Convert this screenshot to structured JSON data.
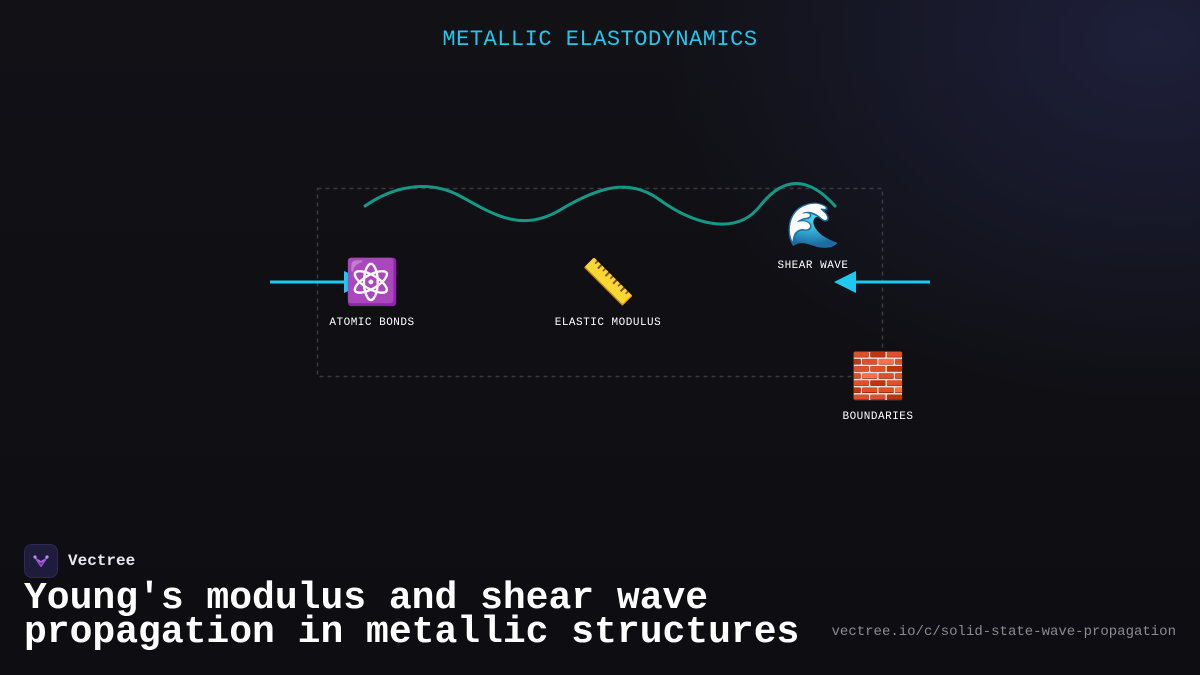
{
  "title": "METALLIC ELASTODYNAMICS",
  "nodes": [
    {
      "icon": "atom-icon",
      "emoji": "⚛️",
      "label": "ATOMIC BONDS"
    },
    {
      "icon": "ruler-icon",
      "emoji": "📏",
      "label": "ELASTIC MODULUS"
    },
    {
      "icon": "wave-icon",
      "emoji": "🌊",
      "label": "SHEAR WAVE"
    },
    {
      "icon": "bricks-icon",
      "emoji": "🧱",
      "label": "BOUNDARIES"
    }
  ],
  "colors": {
    "title": "#1ec8ee",
    "arrow": "#1ec8ee",
    "wave": "#129a86",
    "frame": "#3a3a3f"
  },
  "brand": {
    "name": "Vectree"
  },
  "headline": {
    "line1": "Young's modulus and shear wave",
    "line2": "propagation in metallic structures"
  },
  "url": "vectree.io/c/solid-state-wave-propagation"
}
